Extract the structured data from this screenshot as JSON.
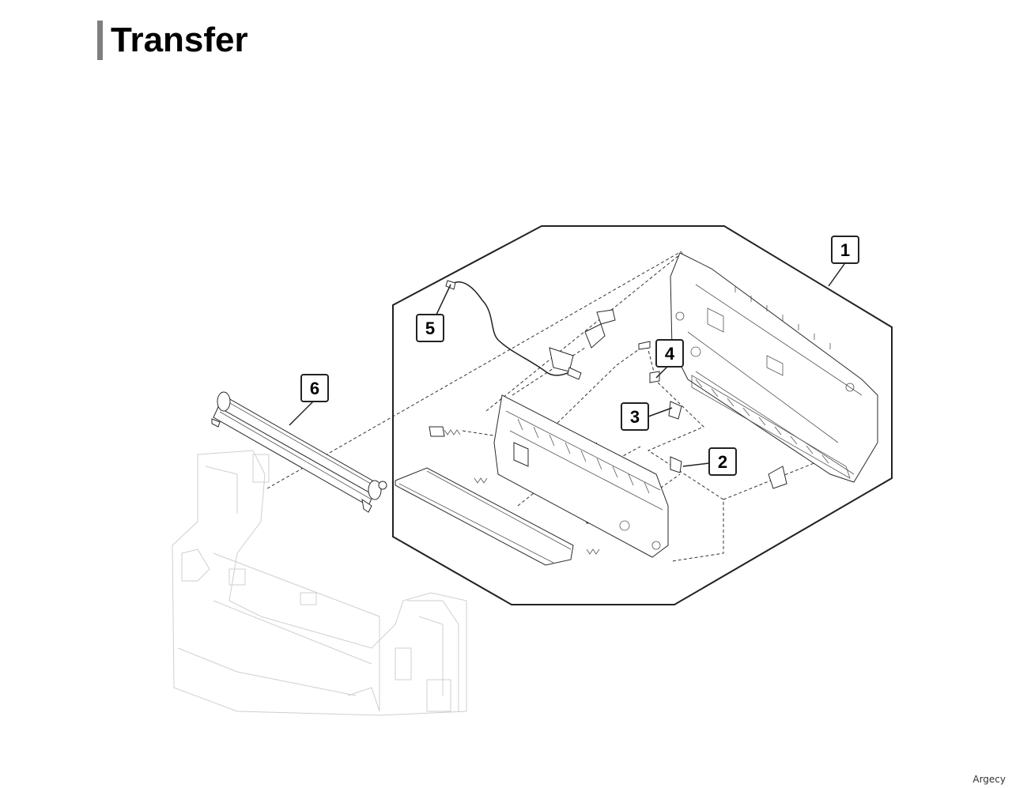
{
  "page": {
    "title": "Transfer",
    "watermark": "Argecy"
  },
  "colors": {
    "title_bar": "#7f7f7f",
    "text": "#000000",
    "line": "#222222",
    "ghost_line": "#cfcfcf"
  },
  "callouts": [
    {
      "id": "1",
      "label": "1"
    },
    {
      "id": "2",
      "label": "2"
    },
    {
      "id": "3",
      "label": "3"
    },
    {
      "id": "4",
      "label": "4"
    },
    {
      "id": "5",
      "label": "5"
    },
    {
      "id": "6",
      "label": "6"
    }
  ]
}
